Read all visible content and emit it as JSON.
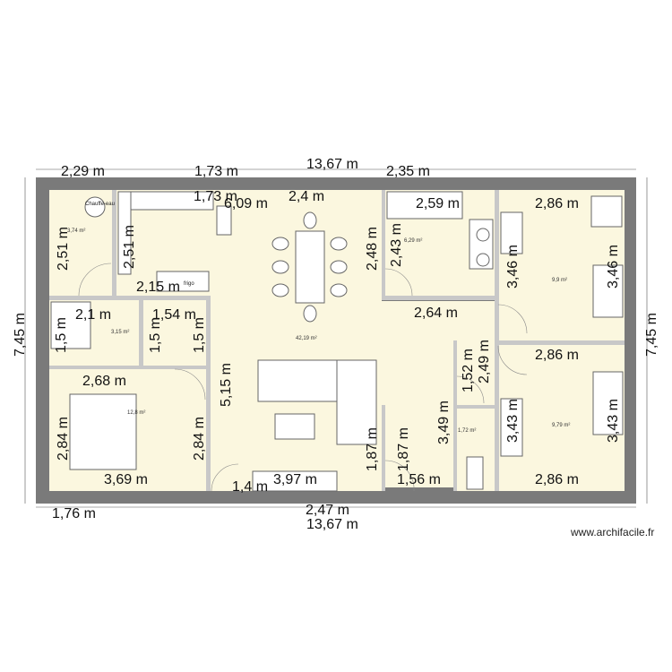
{
  "overall": {
    "width_top": "13,67 m",
    "width_bottom": "13,67 m",
    "height_left": "7,45 m",
    "height_right": "7,45 m"
  },
  "dimensions": {
    "top_seg_1": "2,29 m",
    "top_seg_2": "1,73 m",
    "top_seg_3": "2,35 m",
    "bottom_seg_1": "1,76 m",
    "bottom_seg_2": "2,47 m",
    "kitchen_top": "1,73 m",
    "living_width": "6,09 m",
    "dining_width": "2,4 m",
    "bath_width": "2,59 m",
    "bedroom2_top": "2,86 m",
    "entry_height": "2,51 m",
    "kitchen_height": "2,51 m",
    "fridge_width": "2,15 m",
    "dining_height": "2,48 m",
    "bath_height": "2,43 m",
    "bedroom2_h_left": "3,46 m",
    "bedroom2_h_right": "3,46 m",
    "shower_width": "2,1 m",
    "closet_width": "1,54 m",
    "shower_height": "1,5 m",
    "closet_h1": "1,5 m",
    "closet_h2": "1,5 m",
    "hall_width": "2,64 m",
    "bedroom3_top": "2,86 m",
    "bedroom1_width": "2,68 m",
    "living_height": "5,15 m",
    "wc_h1": "1,52 m",
    "wc_h2": "2,49 m",
    "wc_h3": "3,49 m",
    "bedroom3_h_left": "3,43 m",
    "bedroom3_h_right": "3,43 m",
    "bedroom1_h_left": "2,84 m",
    "bedroom1_h_right": "2,84 m",
    "sofa_h1": "1,87 m",
    "sofa_h2": "1,87 m",
    "bedroom1_bottom": "3,69 m",
    "entry_door": "1,4 m",
    "living_bottom": "3,97 m",
    "wc_bottom": "1,56 m",
    "bedroom3_bottom": "2,86 m"
  },
  "areas": {
    "entry": "3,74 m²",
    "bath": "6,29 m²",
    "bedroom2": "9,9 m²",
    "shower": "3,15 m²",
    "living": "42,19 m²",
    "bedroom1": "12,8 m²",
    "wc": "1,72 m²",
    "bedroom3": "9,79 m²"
  },
  "labels": {
    "boiler": "Chauffe-eau",
    "fridge": "frigo"
  },
  "watermark": "www.archifacile.fr"
}
